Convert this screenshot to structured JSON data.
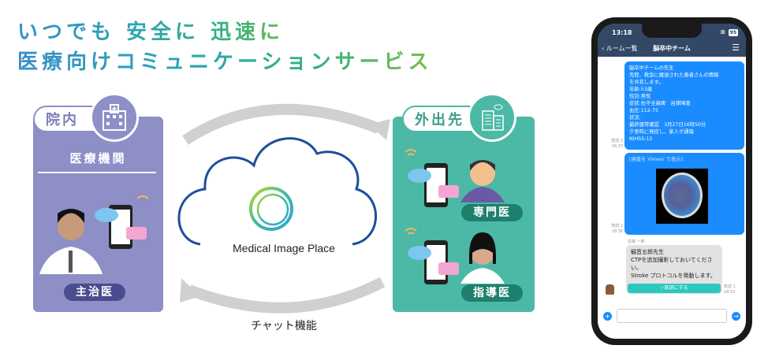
{
  "headline": {
    "line1": "いつでも 安全に 迅速に",
    "line2": "医療向けコミュニケーションサービス"
  },
  "left_panel": {
    "tab_label": "院内",
    "icon": "hospital-icon",
    "facility": "医療機関",
    "role": "主治医",
    "color": "#8d8fc6"
  },
  "cloud": {
    "logo": "medical-image-place-logo",
    "label": "Medical Image Place",
    "caption": "チャット機能"
  },
  "right_panel": {
    "tab_label": "外出先",
    "icon": "office-building-icon",
    "roles": [
      "専門医",
      "指導医"
    ],
    "color": "#4bb9a6"
  },
  "phone": {
    "status": {
      "time": "13:18",
      "battery": "95"
    },
    "nav": {
      "back_label": "ルーム一覧",
      "title": "脳卒中チーム",
      "menu_icon": "hamburger-icon"
    },
    "messages": [
      {
        "type": "sent",
        "lines": [
          "脳卒中チームの先生",
          "先程、救急に搬送された患者さんの情報",
          "を共有します。",
          "年齢:53歳",
          "性別:男性",
          "症状:右不全麻痺　呂律障害",
          "血圧:112-75",
          "状況:",
          "最終健常確認　3月27日16時50分",
          "夕食時に発症し、家人が通報",
          "NIHSS:12"
        ],
        "read": "既読 2",
        "time": "18:37"
      },
      {
        "type": "sent",
        "link": "[検査を Viewer で表示]",
        "read": "既読 2",
        "time": "18:38"
      },
      {
        "type": "received",
        "sender": "佐藤 一郎",
        "lines": [
          "観音五郎先生",
          "CTPを追加撮影しておいてくださ",
          "い。",
          "Stroke プロトコルを発動します。"
        ],
        "action": "✓既読にする",
        "read": "既読 1",
        "time": "18:52"
      }
    ]
  }
}
